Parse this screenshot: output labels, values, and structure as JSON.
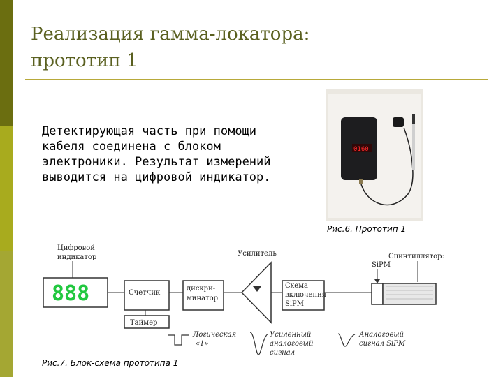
{
  "slide": {
    "title_line1": "Реализация гамма-локатора:",
    "title_line2": "прототип 1",
    "body_lines": [
      "Детектирующая часть при помощи",
      "кабеля соединена с блоком",
      "электроники. Результат измерений",
      "выводится на цифровой индикатор."
    ],
    "photo": {
      "display_value": "0160",
      "caption": "Рис.6. Прототип 1"
    },
    "diagram": {
      "indicator_label_line1": "Цифровой",
      "indicator_label_line2": "индикатор",
      "indicator_digits": "888",
      "counter_label": "Счетчик",
      "timer_label": "Таймер",
      "discriminator_line1": "дискри-",
      "discriminator_line2": "минатор",
      "amplifier_label": "Усилитель",
      "circuit_line1": "Схема",
      "circuit_line2": "включения",
      "circuit_line3": "SiPM",
      "scintillator_label": "Сцинтиллятор:",
      "sipm_label": "SiPM",
      "logic_signal_line1": "Логическая",
      "logic_signal_line2": "«1»",
      "amplified_signal_line1": "Усиленный",
      "amplified_signal_line2": "аналоговый",
      "amplified_signal_line3": "сигнал",
      "analog_sipm_line1": "Аналоговый",
      "analog_sipm_line2": "сигнал SiPM",
      "caption": "Рис.7. Блок-схема прототипа 1"
    },
    "colors": {
      "sidebar_dark": "#6b6e10",
      "sidebar_mid": "#a8ab1e",
      "title_text": "#5a6020",
      "rule": "#b8a93a",
      "indicator_digits": "#22c840",
      "display_red": "#ff2a2a"
    }
  }
}
